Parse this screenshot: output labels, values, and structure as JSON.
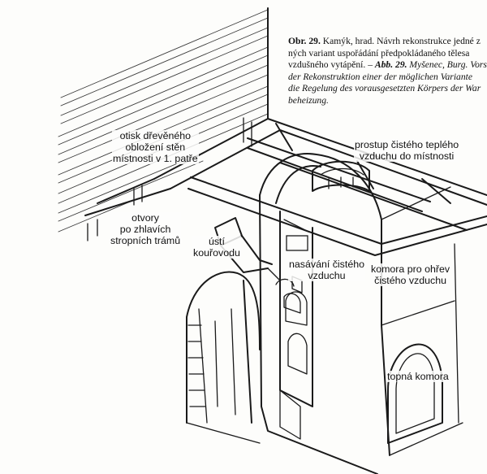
{
  "caption": {
    "lines": [
      {
        "bold": "Obr. 29.",
        "text": " Kamýk, hrad. Návrh rekonstrukce jedné z",
        "italic": ""
      },
      {
        "bold": "",
        "text": "ných variant uspořádání předpokládaného tělesa",
        "italic": ""
      },
      {
        "bold": "",
        "text": "vzdušného vytápění. – ",
        "italic": "",
        "bolditalic": "Abb. 29.",
        "italic2": " Myšenec, Burg. Vors"
      },
      {
        "bold": "",
        "text": "",
        "italic": "der Rekonstruktion einer der möglichen Variante"
      },
      {
        "bold": "",
        "text": "",
        "italic": "die Regelung des vorausgesetzten Körpers der War"
      },
      {
        "bold": "",
        "text": "",
        "italic": "beheizung."
      }
    ]
  },
  "labels": {
    "wall_cladding": [
      "otisk dřevěného",
      "obložení stěn",
      "místnosti v 1. patře"
    ],
    "warm_outlet": [
      "prostup čistého teplého",
      "vzduchu do místnosti"
    ],
    "beam_openings": [
      "otvory",
      "po zhlavích",
      "stropních trámů"
    ],
    "flue_mouth": [
      "ústí",
      "kouřovodu"
    ],
    "air_intake": [
      "nasávání čistého",
      "vzduchu"
    ],
    "heating_chamber": [
      "komora pro ohřev",
      "čistého vzduchu"
    ],
    "firebox": [
      "topná komora"
    ]
  },
  "colors": {
    "ink": "#1a1a1a",
    "paper": "#fdfdfb"
  }
}
